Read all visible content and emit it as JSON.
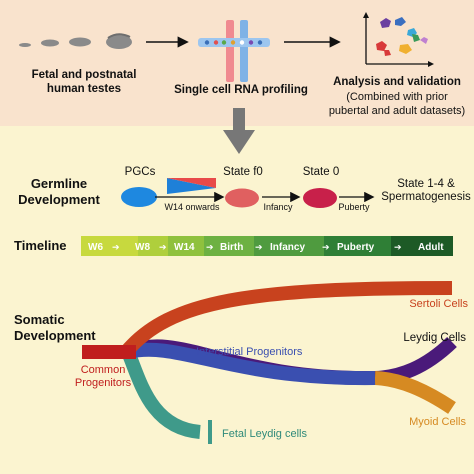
{
  "pipeline": {
    "step1": "Fetal and postnatal\nhuman testes",
    "step2": "Single cell RNA profiling",
    "step3_title": "Analysis and validation",
    "step3_sub": "(Combined with prior\npubertal and adult datasets)"
  },
  "germline": {
    "heading": "Germline\nDevelopment",
    "pgcs": "PGCs",
    "state_f0": "State f0",
    "state_0": "State 0",
    "state_final": "State 1-4 &\nSpermatogenesis",
    "w14": "W14 onwards",
    "infancy": "Infancy",
    "puberty": "Puberty"
  },
  "timeline": {
    "heading": "Timeline",
    "stages": [
      "W6",
      "W8",
      "W14",
      "Birth",
      "Infancy",
      "Puberty",
      "Adult"
    ],
    "colors": [
      "#c7d93e",
      "#afcf3c",
      "#8fc13e",
      "#6db142",
      "#4f9b3f",
      "#2f7f36",
      "#1d5a26"
    ]
  },
  "somatic": {
    "heading": "Somatic\nDevelopment",
    "common_progenitors": "Common\nProgenitors",
    "sertoli": "Sertoli Cells",
    "interstitial": "Interstitial Progenitors",
    "leydig": "Leydig Cells",
    "myoid": "Myoid Cells",
    "fetal_leydig": "Fetal Leydig cells",
    "colors": {
      "common": "#c01e1e",
      "sertoli": "#c8421e",
      "interstitial": "#3a4fb0",
      "leydig": "#4a1a7a",
      "myoid": "#d68a22",
      "fetal_leydig": "#3f9a8a",
      "sertoli_text": "#c8421e",
      "interstitial_text": "#3a4fb0",
      "myoid_text": "#d68a22",
      "fetal_text": "#2f8a7a",
      "common_text": "#c01e1e"
    }
  }
}
